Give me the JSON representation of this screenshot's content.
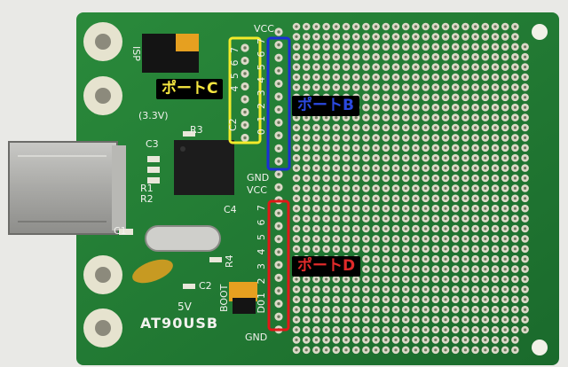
{
  "board_name": "AT90USB",
  "port_labels": {
    "c": {
      "text": "ポートC",
      "color": "#f5e640"
    },
    "b": {
      "text": "ポートB",
      "color": "#2b49e0"
    },
    "d": {
      "text": "ポートD",
      "color": "#e02a2a"
    }
  },
  "silkscreen": {
    "isp": "ISP",
    "v33": "(3.3V)",
    "v5": "5V",
    "boot": "BOOT",
    "vcc_top": "VCC",
    "vcc_mid": "VCC",
    "gnd_mid": "GND",
    "gnd_bottom": "GND",
    "r1": "R1",
    "r2": "R2",
    "r3": "R3",
    "r4": "R4",
    "c1": "C1",
    "c2": "C2",
    "c3": "C3",
    "c4": "C4",
    "c2b": "C2",
    "pc_digits": [
      "7",
      "6",
      "5",
      "4"
    ],
    "pb_digits": [
      "7",
      "6",
      "5",
      "4",
      "3",
      "2",
      "1",
      "0"
    ],
    "pd_digits": [
      "7",
      "6",
      "5",
      "4",
      "3",
      "2",
      "1",
      "D0"
    ]
  },
  "colors": {
    "pcb": "#1f7a33",
    "pcb_dark": "#16612a",
    "pad": "#dcd9c8",
    "port_c_box": "#f3ea2a",
    "port_b_box": "#1b2fd6",
    "port_d_box": "#e01818"
  }
}
